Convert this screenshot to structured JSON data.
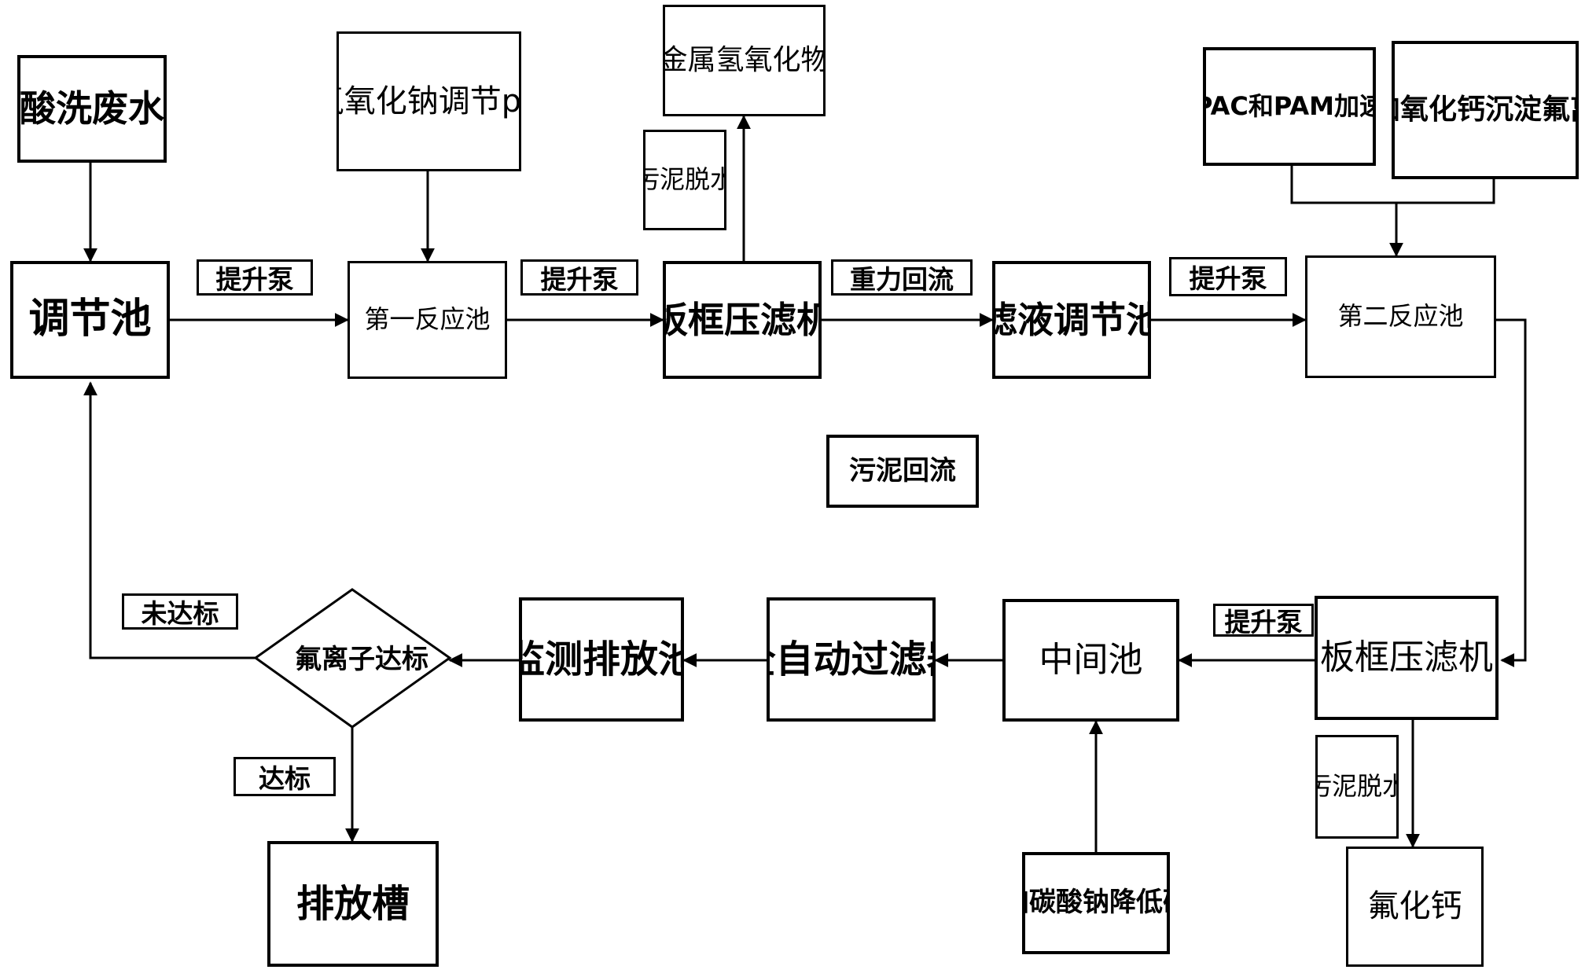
{
  "nodes": {
    "acid_wastewater": "酸洗废水",
    "regulating_tank": "调节池",
    "naoh_ph": [
      "用氢氧化钠",
      "调节pH值"
    ],
    "first_reactor": [
      "第一",
      "反应池"
    ],
    "metal_hydroxide": [
      "金属氢",
      "氧化物"
    ],
    "sludge_dewater_1": [
      "污泥",
      "脱水"
    ],
    "filter_press_1": [
      "板框压",
      "滤机"
    ],
    "filtrate_tank": [
      "滤液调",
      "节池"
    ],
    "pac_pam": [
      "投加PAC和",
      "PAM加速沉淀"
    ],
    "cao_fluoride": [
      "投加氧化钙",
      "沉淀氟离子"
    ],
    "second_reactor": [
      "第二",
      "反应池"
    ],
    "sludge_return": "污泥回流",
    "filter_press_2": [
      "板框",
      "压滤机"
    ],
    "sludge_dewater_2": [
      "污泥",
      "脱水"
    ],
    "calcium_fluoride": "氟化钙",
    "intermediate_tank": "中间池",
    "na2co3": [
      "投加碳酸钠",
      "降低硬度"
    ],
    "auto_filter": [
      "全自动过",
      "滤器"
    ],
    "monitor_tank": [
      "监测排放",
      "池"
    ],
    "fluoride_check": "氟离子达标",
    "discharge_tank": "排放槽"
  },
  "labels": {
    "lift_pump_1": "提升泵",
    "lift_pump_2": "提升泵",
    "gravity_return": "重力回流",
    "lift_pump_3": "提升泵",
    "lift_pump_4": "提升泵",
    "not_qualified": "未达标",
    "qualified": "达标"
  }
}
